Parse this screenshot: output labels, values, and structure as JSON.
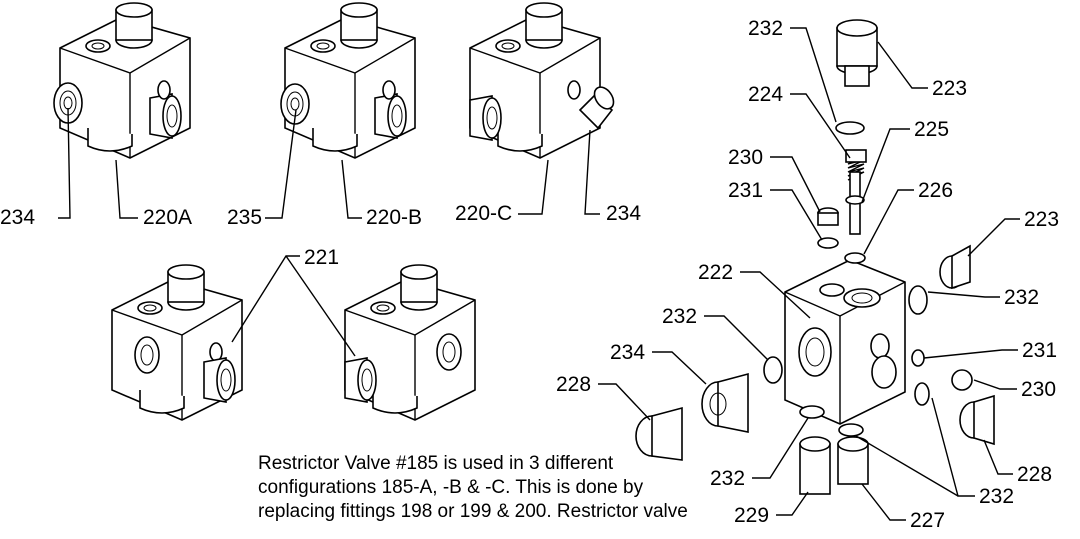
{
  "labels": {
    "a_234": "234",
    "a_220A": "220A",
    "b_235": "235",
    "b_220B": "220-B",
    "c_220C": "220-C",
    "c_234": "234",
    "d_221": "221",
    "e_232_top": "232",
    "e_223_top": "223",
    "e_224": "224",
    "e_225": "225",
    "e_230_left": "230",
    "e_226": "226",
    "e_231_left": "231",
    "e_223_right": "223",
    "e_222": "222",
    "e_232_right": "232",
    "e_232_left": "232",
    "e_231_right": "231",
    "e_234": "234",
    "e_228_left": "228",
    "e_230_right": "230",
    "e_232_bottom": "232",
    "e_228_right": "228",
    "e_229": "229",
    "e_232_low": "232",
    "e_227": "227"
  },
  "note": {
    "line1": "Restrictor Valve #185 is used in 3 different",
    "line2": "configurations 185-A, -B & -C. This is done by",
    "line3": "replacing fittings 198 or 199 & 200. Restrictor valve"
  }
}
